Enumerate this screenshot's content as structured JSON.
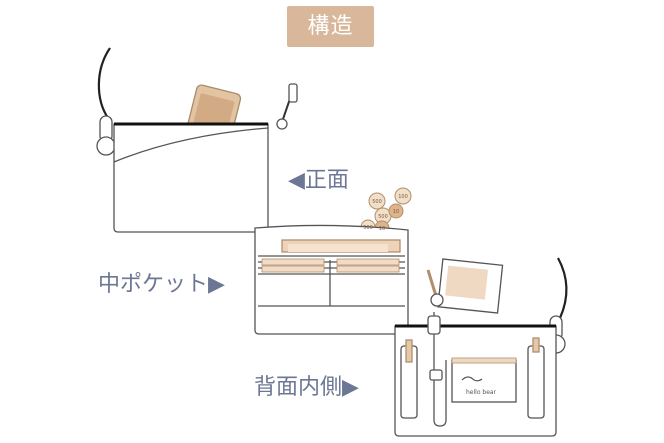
{
  "header": {
    "title": "構造"
  },
  "labels": {
    "front": "◀正面",
    "middle": "中ポケット▶",
    "back": "背面内側▶"
  },
  "coins": [
    "500",
    "100",
    "500",
    "10",
    "500",
    "10"
  ],
  "brand": "hello bear",
  "colors": {
    "accent": "#d8b79a",
    "label": "#6c7795",
    "outline": "#555555",
    "fill": "#ffffff"
  }
}
